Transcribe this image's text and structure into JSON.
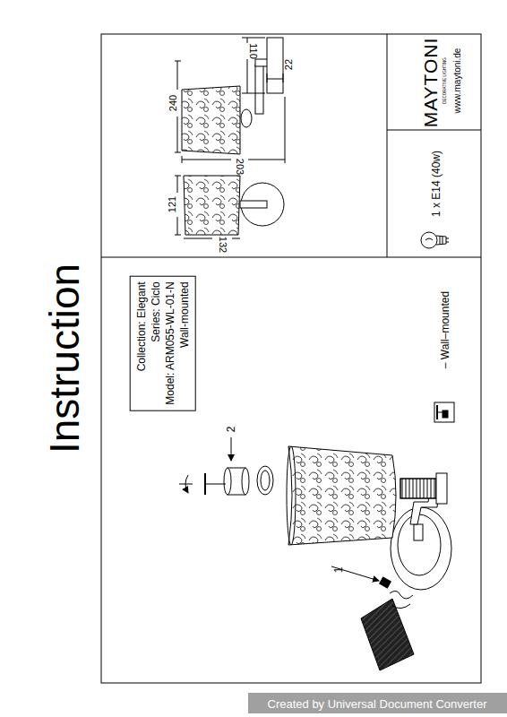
{
  "diagram": {
    "title": "Instruction",
    "nodes": [
      {
        "text": [
          "Collection: Elegant",
          "Series: Ciclo",
          "Model: ARM055-WL-01-N",
          "Wall-mounted"
        ]
      }
    ],
    "labels": [
      "110",
      "22",
      "240",
      "203",
      "121",
      "132",
      "1 x E14 (40w)",
      "MAYTONI",
      "DECORATIVE LIGHTING",
      "www.maytoni.de",
      "2",
      "1",
      "– Wall–mounted",
      "Created by Universal Document Converter"
    ]
  }
}
